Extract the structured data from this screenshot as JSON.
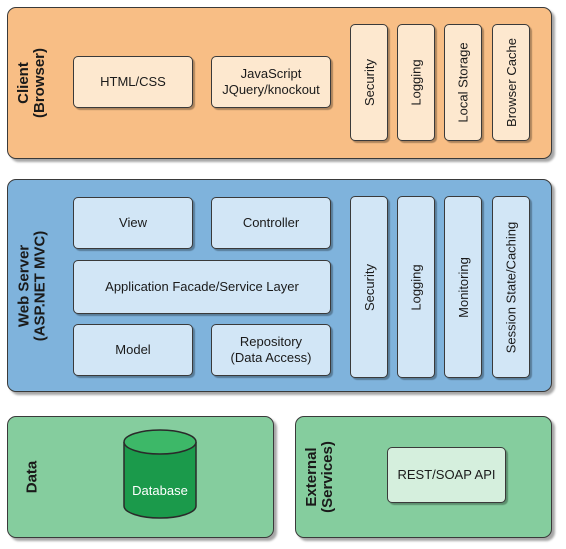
{
  "layers": {
    "client": {
      "title": "Client",
      "subtitle": "(Browser)",
      "boxes": [
        "HTML/CSS",
        "JavaScript",
        "JQuery/knockout"
      ],
      "vertical": [
        "Security",
        "Logging",
        "Local Storage",
        "Browser Cache"
      ]
    },
    "web": {
      "title": "Web Server",
      "subtitle": "(ASP.NET MVC)",
      "boxes": [
        "View",
        "Controller",
        "Application Facade/Service Layer",
        "Model",
        "Repository",
        "(Data Access)"
      ],
      "vertical": [
        "Security",
        "Logging",
        "Monitoring",
        "Session State/Caching"
      ]
    },
    "data": {
      "title": "Data",
      "database": "Database"
    },
    "external": {
      "title": "External",
      "subtitle": "(Services)",
      "api": "REST/SOAP API"
    }
  },
  "colors": {
    "client": "#f8be85",
    "web": "#7fb3dc",
    "data": "#85cd9e",
    "database": "#1b9a4b"
  }
}
